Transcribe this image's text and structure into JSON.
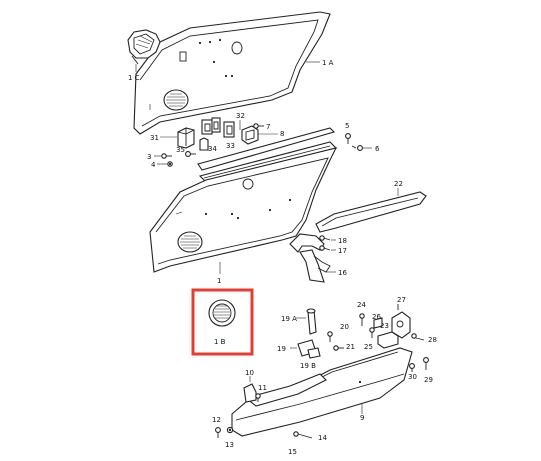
{
  "diagram": {
    "highlight_color": "#e63b2e",
    "callouts": {
      "c1": "1",
      "c1A": "1 A",
      "c1B": "1 B",
      "c1C": "1 C",
      "c4": "4",
      "c5": "5",
      "c6": "6",
      "c7": "7",
      "c8": "8",
      "c9": "9",
      "c10": "10",
      "c11": "11",
      "c12": "12",
      "c13": "13",
      "c14": "14",
      "c15": "15",
      "c16": "16",
      "c17": "17",
      "c18": "18",
      "c19A": "19 A",
      "c19B": "19 B",
      "c19": "19",
      "c20": "20",
      "c21": "21",
      "c22": "22",
      "c23": "23",
      "c24": "24",
      "c25": "25",
      "c26": "26",
      "c27": "27",
      "c28": "28",
      "c29": "29",
      "c30": "30",
      "c31": "31",
      "c32": "32",
      "c33": "33",
      "c34": "34",
      "c35": "35",
      "c3": "3"
    }
  }
}
